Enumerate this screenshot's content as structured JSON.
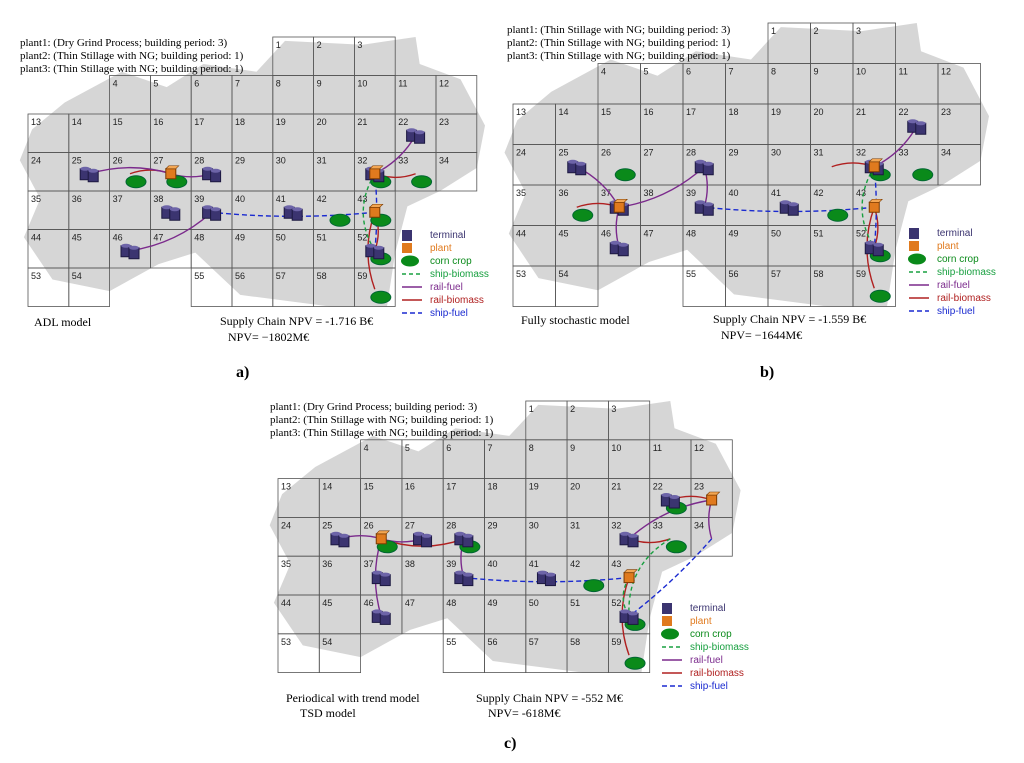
{
  "panels": [
    {
      "id": "a",
      "plants": [
        "plant1: (Dry Grind Process; building period: 3)",
        "plant2: (Thin Stillage with NG; building period: 1)",
        "plant3: (Thin Stillage with NG; building period: 1)"
      ],
      "model": "ADL model",
      "npv_line1": "Supply Chain NPV = -1.716 B€",
      "npv_line2": "NPV= −1802M€",
      "sublabel": "a)"
    },
    {
      "id": "b",
      "plants": [
        "plant1: (Thin Stillage with NG; building period: 3)",
        "plant2: (Thin Stillage with NG; building period: 1)",
        "plant3: (Thin Stillage with NG; building period: 1)"
      ],
      "model": "Fully stochastic model",
      "npv_line1": "Supply Chain NPV = -1.559 B€",
      "npv_line2": "NPV= −1644M€",
      "sublabel": "b)"
    },
    {
      "id": "c",
      "plants": [
        "plant1: (Dry Grind Process; building period: 3)",
        "plant2: (Thin Stillage with NG; building period: 1)",
        "plant3: (Thin Stillage with NG; building period: 1)"
      ],
      "model": "Periodical with trend model",
      "model2": "TSD model",
      "npv_line1": "Supply Chain NPV = -552 M€",
      "npv_line2": "NPV= -618M€",
      "sublabel": "c)"
    }
  ],
  "legend": {
    "terminal": "terminal",
    "plant": "plant",
    "corn": "corn crop",
    "ship_biomass": "ship-biomass",
    "rail_fuel": "rail-fuel",
    "rail_biomass": "rail-biomass",
    "ship_fuel": "ship-fuel"
  },
  "colors": {
    "terminal": "#3b3470",
    "plant": "#e07a1e",
    "corn": "#0a8a1a",
    "ship_biomass": "#18a040",
    "rail_fuel": "#7b2a8c",
    "rail_biomass": "#b02020",
    "ship_fuel": "#1a2ad0",
    "region": "#d6d6d6"
  },
  "grid_cells": [
    {
      "n": "1",
      "c": 6,
      "r": 0
    },
    {
      "n": "2",
      "c": 7,
      "r": 0
    },
    {
      "n": "3",
      "c": 8,
      "r": 0
    },
    {
      "n": "4",
      "c": 2,
      "r": 1
    },
    {
      "n": "5",
      "c": 3,
      "r": 1
    },
    {
      "n": "6",
      "c": 4,
      "r": 1
    },
    {
      "n": "7",
      "c": 5,
      "r": 1
    },
    {
      "n": "8",
      "c": 6,
      "r": 1
    },
    {
      "n": "9",
      "c": 7,
      "r": 1
    },
    {
      "n": "10",
      "c": 8,
      "r": 1
    },
    {
      "n": "11",
      "c": 9,
      "r": 1
    },
    {
      "n": "12",
      "c": 10,
      "r": 1
    },
    {
      "n": "13",
      "c": 0,
      "r": 2
    },
    {
      "n": "14",
      "c": 1,
      "r": 2
    },
    {
      "n": "15",
      "c": 2,
      "r": 2
    },
    {
      "n": "16",
      "c": 3,
      "r": 2
    },
    {
      "n": "17",
      "c": 4,
      "r": 2
    },
    {
      "n": "18",
      "c": 5,
      "r": 2
    },
    {
      "n": "19",
      "c": 6,
      "r": 2
    },
    {
      "n": "20",
      "c": 7,
      "r": 2
    },
    {
      "n": "21",
      "c": 8,
      "r": 2
    },
    {
      "n": "22",
      "c": 9,
      "r": 2
    },
    {
      "n": "23",
      "c": 10,
      "r": 2
    },
    {
      "n": "24",
      "c": 0,
      "r": 3
    },
    {
      "n": "25",
      "c": 1,
      "r": 3
    },
    {
      "n": "26",
      "c": 2,
      "r": 3
    },
    {
      "n": "27",
      "c": 3,
      "r": 3
    },
    {
      "n": "28",
      "c": 4,
      "r": 3
    },
    {
      "n": "29",
      "c": 5,
      "r": 3
    },
    {
      "n": "30",
      "c": 6,
      "r": 3
    },
    {
      "n": "31",
      "c": 7,
      "r": 3
    },
    {
      "n": "32",
      "c": 8,
      "r": 3
    },
    {
      "n": "33",
      "c": 9,
      "r": 3
    },
    {
      "n": "34",
      "c": 10,
      "r": 3
    },
    {
      "n": "35",
      "c": 0,
      "r": 4
    },
    {
      "n": "36",
      "c": 1,
      "r": 4
    },
    {
      "n": "37",
      "c": 2,
      "r": 4
    },
    {
      "n": "38",
      "c": 3,
      "r": 4
    },
    {
      "n": "39",
      "c": 4,
      "r": 4
    },
    {
      "n": "40",
      "c": 5,
      "r": 4
    },
    {
      "n": "41",
      "c": 6,
      "r": 4
    },
    {
      "n": "42",
      "c": 7,
      "r": 4
    },
    {
      "n": "43",
      "c": 8,
      "r": 4
    },
    {
      "n": "44",
      "c": 0,
      "r": 5
    },
    {
      "n": "45",
      "c": 1,
      "r": 5
    },
    {
      "n": "46",
      "c": 2,
      "r": 5
    },
    {
      "n": "47",
      "c": 3,
      "r": 5
    },
    {
      "n": "48",
      "c": 4,
      "r": 5
    },
    {
      "n": "49",
      "c": 5,
      "r": 5
    },
    {
      "n": "50",
      "c": 6,
      "r": 5
    },
    {
      "n": "51",
      "c": 7,
      "r": 5
    },
    {
      "n": "52",
      "c": 8,
      "r": 5
    },
    {
      "n": "53",
      "c": 0,
      "r": 6
    },
    {
      "n": "54",
      "c": 1,
      "r": 6
    },
    {
      "n": "55",
      "c": 4,
      "r": 6
    },
    {
      "n": "56",
      "c": 5,
      "r": 6
    },
    {
      "n": "57",
      "c": 6,
      "r": 6
    },
    {
      "n": "58",
      "c": 7,
      "r": 6
    },
    {
      "n": "59",
      "c": 8,
      "r": 6
    }
  ],
  "networks": {
    "a": {
      "terminals": [
        "25",
        "28",
        "32",
        "39",
        "41",
        "46",
        "22",
        "38",
        "52"
      ],
      "plants": [
        "27",
        "43",
        "32"
      ],
      "corn": [
        "26",
        "27",
        "32",
        "33",
        "42",
        "52",
        "59",
        "43"
      ],
      "rail_fuel": [
        [
          "27",
          "25"
        ],
        [
          "27",
          "28"
        ],
        [
          "46",
          "39"
        ],
        [
          "32",
          "22"
        ]
      ],
      "rail_biomass": [
        [
          "26",
          "27"
        ],
        [
          "59",
          "43"
        ],
        [
          "43",
          "52"
        ],
        [
          "33",
          "32"
        ]
      ],
      "ship_fuel": [
        [
          "43",
          "39"
        ],
        [
          "32",
          "52"
        ]
      ],
      "ship_biomass": [
        [
          "32",
          "52"
        ]
      ]
    },
    "b": {
      "terminals": [
        "25",
        "28",
        "32",
        "39",
        "41",
        "46",
        "22",
        "37",
        "52"
      ],
      "plants": [
        "37",
        "43",
        "32"
      ],
      "corn": [
        "26",
        "32",
        "33",
        "42",
        "52",
        "59",
        "36"
      ],
      "rail_fuel": [
        [
          "37",
          "25"
        ],
        [
          "37",
          "28"
        ],
        [
          "37",
          "46"
        ],
        [
          "39",
          "28"
        ],
        [
          "32",
          "22"
        ]
      ],
      "rail_biomass": [
        [
          "36",
          "37"
        ],
        [
          "59",
          "43"
        ],
        [
          "43",
          "52"
        ],
        [
          "31",
          "32"
        ]
      ],
      "ship_fuel": [
        [
          "43",
          "39"
        ],
        [
          "32",
          "52"
        ]
      ],
      "ship_biomass": [
        [
          "32",
          "52"
        ]
      ]
    },
    "c": {
      "terminals": [
        "25",
        "27",
        "28",
        "32",
        "39",
        "41",
        "46",
        "37",
        "52",
        "22"
      ],
      "plants": [
        "26",
        "43",
        "23"
      ],
      "corn": [
        "26",
        "28",
        "22",
        "33",
        "52",
        "59",
        "42"
      ],
      "rail_fuel": [
        [
          "26",
          "25"
        ],
        [
          "26",
          "27"
        ],
        [
          "26",
          "46"
        ],
        [
          "28",
          "39"
        ],
        [
          "23",
          "32"
        ],
        [
          "23",
          "34"
        ]
      ],
      "rail_biomass": [
        [
          "28",
          "26"
        ],
        [
          "22",
          "23"
        ],
        [
          "59",
          "43"
        ],
        [
          "33",
          "32"
        ]
      ],
      "ship_fuel": [
        [
          "43",
          "39"
        ],
        [
          "34",
          "52"
        ]
      ],
      "ship_biomass": [
        [
          "43",
          "52"
        ],
        [
          "33",
          "52"
        ]
      ]
    }
  }
}
